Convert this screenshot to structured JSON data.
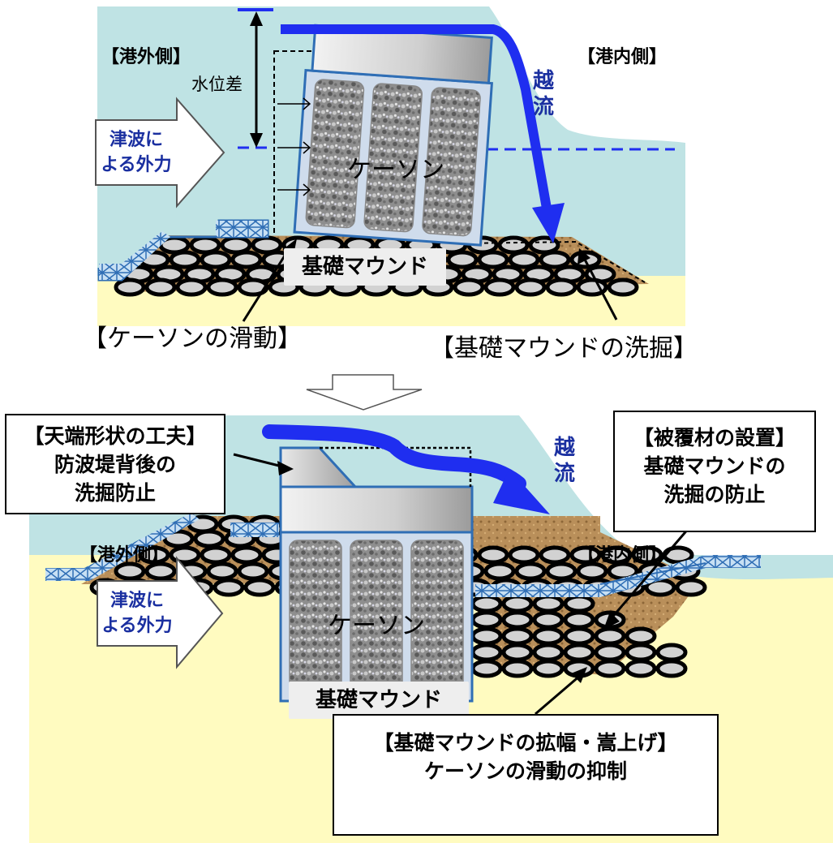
{
  "top": {
    "outside_label": "【港外側】",
    "inside_label": "【港内側】",
    "water_level_diff": "水位差",
    "force_line1": "津波に",
    "force_line2": "よる外力",
    "overflow_line1": "越",
    "overflow_line2": "流",
    "caisson": "ケーソン",
    "mound": "基礎マウンド",
    "sliding": "【ケーソンの滑動】",
    "scour": "【基礎マウンドの洗掘】"
  },
  "bottom": {
    "outside_label": "【港外側】",
    "inside_label": "【港内側】",
    "force_line1": "津波に",
    "force_line2": "よる外力",
    "overflow_line1": "越",
    "overflow_line2": "流",
    "caisson": "ケーソン",
    "mound": "基礎マウンド",
    "crown_box": {
      "line1": "【天端形状の工夫】",
      "line2": "防波堤背後の",
      "line3": "洗掘防止"
    },
    "cover_box": {
      "line1": "【被覆材の設置】",
      "line2": "基礎マウンドの",
      "line3": "洗掘の防止"
    },
    "widen_box": {
      "line1": "【基礎マウンドの拡幅・嵩上げ】",
      "line2": "ケーソンの滑動の抑制"
    }
  },
  "colors": {
    "water": "#bfe3e4",
    "seabed": "#fffbc0",
    "flow_arrow": "#1f2ef0",
    "armor_blue": "#3a78c2",
    "text_blue": "#1a2fa0"
  }
}
